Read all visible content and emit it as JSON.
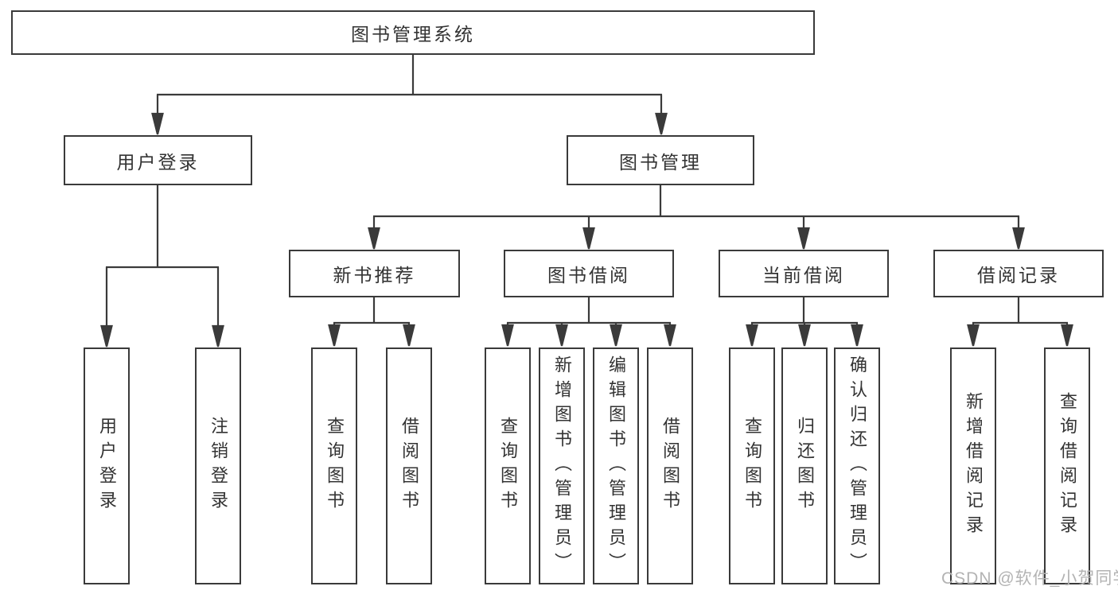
{
  "nodes": {
    "root": "图书管理系统",
    "level2": [
      "用户登录",
      "图书管理"
    ],
    "level3": [
      "新书推荐",
      "图书借阅",
      "当前借阅",
      "借阅记录"
    ],
    "leaves": {
      "login": [
        "用户登录",
        "注销登录"
      ],
      "recommend": [
        "查询图书",
        "借阅图书"
      ],
      "borrow": [
        "查询图书",
        "新增图书（管理员）",
        "编辑图书（管理员）",
        "借阅图书"
      ],
      "current": [
        "查询图书",
        "归还图书",
        "确认归还（管理员）"
      ],
      "records": [
        "新增借阅记录",
        "查询借阅记录"
      ]
    }
  },
  "watermark": "CSDN @软件_小贺同学",
  "colors": {
    "line": "#3a3a3a",
    "text": "#333333",
    "watermark": "#b3b3b3",
    "background": "#ffffff"
  }
}
